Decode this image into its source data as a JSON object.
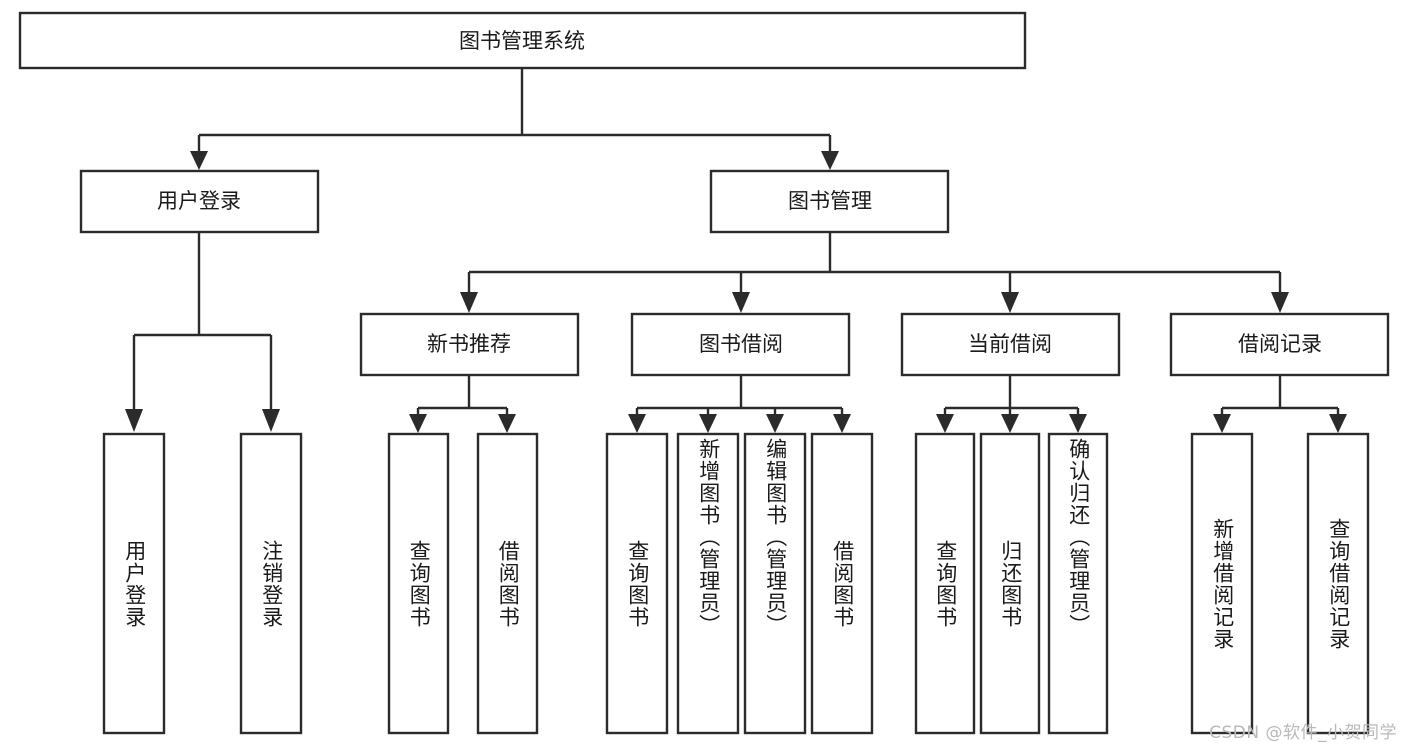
{
  "diagram": {
    "type": "tree",
    "title": "图书管理系统",
    "orientation": "top-down",
    "colors": {
      "background": "#ffffff",
      "box_fill": "#ffffff",
      "box_stroke": "#2b2b2b",
      "text": "#1a1a1a",
      "watermark": "#b9b9b9"
    },
    "root": {
      "label": "图书管理系统"
    },
    "level2": [
      {
        "label": "用户登录"
      },
      {
        "label": "图书管理"
      }
    ],
    "level3": [
      {
        "label": "新书推荐"
      },
      {
        "label": "图书借阅"
      },
      {
        "label": "当前借阅"
      },
      {
        "label": "借阅记录"
      }
    ],
    "leaves": {
      "user_login": [
        {
          "label": "用户登录"
        },
        {
          "label": "注销登录"
        }
      ],
      "new_book_recommend": [
        {
          "label": "查询图书"
        },
        {
          "label": "借阅图书"
        }
      ],
      "book_borrow": [
        {
          "label": "查询图书"
        },
        {
          "label": "新增图书（管理员）"
        },
        {
          "label": "编辑图书（管理员）"
        },
        {
          "label": "借阅图书"
        }
      ],
      "current_borrow": [
        {
          "label": "查询图书"
        },
        {
          "label": "归还图书"
        },
        {
          "label": "确认归还（管理员）"
        }
      ],
      "borrow_record": [
        {
          "label": "新增借阅记录"
        },
        {
          "label": "查询借阅记录"
        }
      ]
    }
  },
  "watermark": {
    "text": "CSDN @软件_小贺同学"
  }
}
